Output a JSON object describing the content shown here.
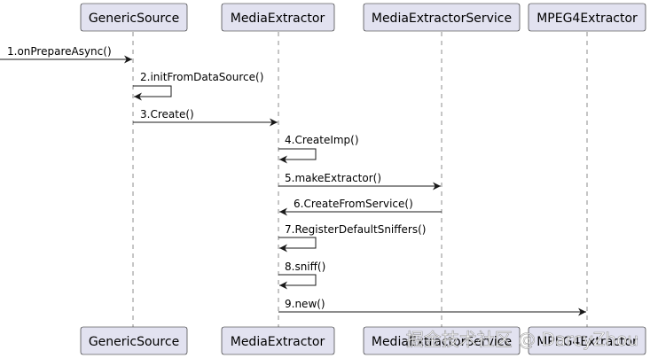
{
  "participants": [
    {
      "id": "gs",
      "label": "GenericSource"
    },
    {
      "id": "me",
      "label": "MediaExtractor"
    },
    {
      "id": "mes",
      "label": "MediaExtractorService"
    },
    {
      "id": "mp4",
      "label": "MPEG4Extractor"
    }
  ],
  "messages": [
    {
      "from": "external",
      "to": "gs",
      "label": "1.onPrepareAsync()"
    },
    {
      "from": "gs",
      "to": "gs",
      "label": "2.initFromDataSource()"
    },
    {
      "from": "gs",
      "to": "me",
      "label": "3.Create()"
    },
    {
      "from": "me",
      "to": "me",
      "label": "4.CreateImp()"
    },
    {
      "from": "me",
      "to": "mes",
      "label": "5.makeExtractor()"
    },
    {
      "from": "mes",
      "to": "me",
      "label": "6.CreateFromService()"
    },
    {
      "from": "me",
      "to": "me",
      "label": "7.RegisterDefaultSniffers()"
    },
    {
      "from": "me",
      "to": "me",
      "label": "8.sniff()"
    },
    {
      "from": "me",
      "to": "mp4",
      "label": "9.new()"
    }
  ],
  "watermark": "掘金技术社区 @ DarcyZhou",
  "colors": {
    "participant_fill": "#e2e2f0",
    "line": "#181818"
  }
}
